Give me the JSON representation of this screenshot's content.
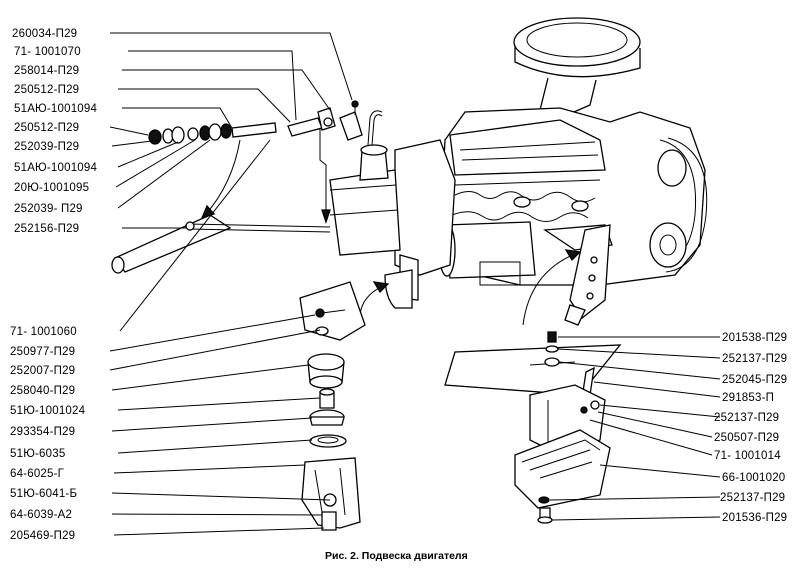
{
  "caption": "Рис. 2. Подвеска двигателя",
  "left_labels": [
    "260034-П29",
    "71- 1001070",
    "258014-П29",
    "250512-П29",
    "51АЮ-1001094",
    "250512-П29",
    "252039-П29",
    "51АЮ-1001094",
    "20Ю-1001095",
    "252039- П29",
    "252156-П29",
    "71- 1001060",
    "250977-П29",
    "252007-П29",
    "258040-П29",
    "51Ю-1001024",
    "293354-П29",
    "51Ю-6035",
    "64-6025-Г",
    "51Ю-6041-Б",
    "64-6039-А2",
    "205469-П29"
  ],
  "right_labels": [
    "201538-П29",
    "252137-П29",
    "252045-П29",
    "291853-П",
    "252137-П29",
    "250507-П29",
    "71- 1001014",
    "66-1001020",
    "252137-П29",
    "201536-П29"
  ]
}
